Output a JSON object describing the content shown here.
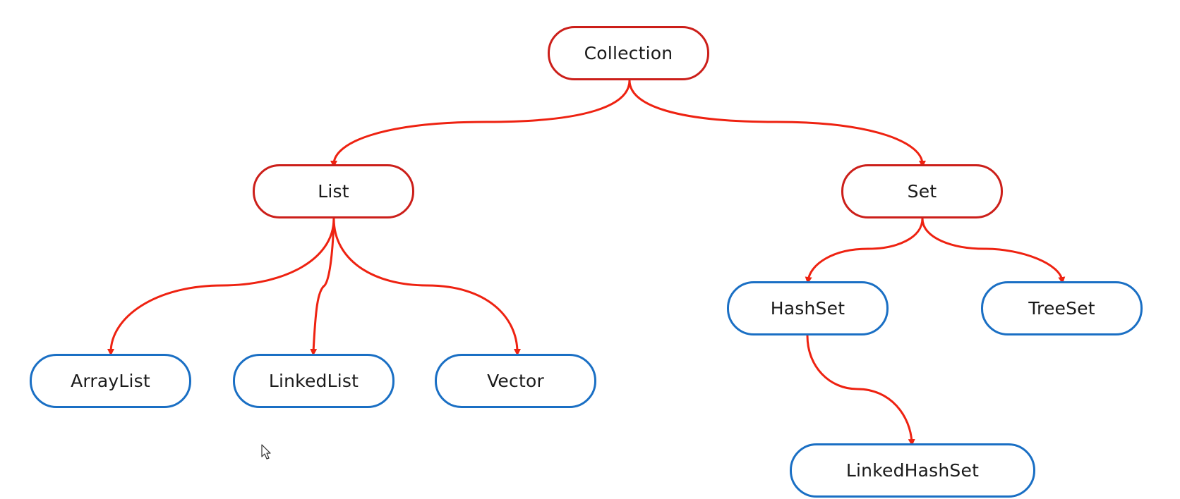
{
  "colors": {
    "interface_border": "#cc1f1a",
    "impl_border": "#1a6fc4",
    "arrow": "#ee2211"
  },
  "nodes": {
    "collection": "Collection",
    "list": "List",
    "set": "Set",
    "arraylist": "ArrayList",
    "linkedlist": "LinkedList",
    "vector": "Vector",
    "hashset": "HashSet",
    "treeset": "TreeSet",
    "linkedhashset": "LinkedHashSet"
  },
  "edges": [
    {
      "from": "collection",
      "to": "list"
    },
    {
      "from": "collection",
      "to": "set"
    },
    {
      "from": "list",
      "to": "arraylist"
    },
    {
      "from": "list",
      "to": "linkedlist"
    },
    {
      "from": "list",
      "to": "vector"
    },
    {
      "from": "set",
      "to": "hashset"
    },
    {
      "from": "set",
      "to": "treeset"
    },
    {
      "from": "hashset",
      "to": "linkedhashset"
    }
  ],
  "icons": {
    "cursor": "mouse-pointer-icon"
  }
}
